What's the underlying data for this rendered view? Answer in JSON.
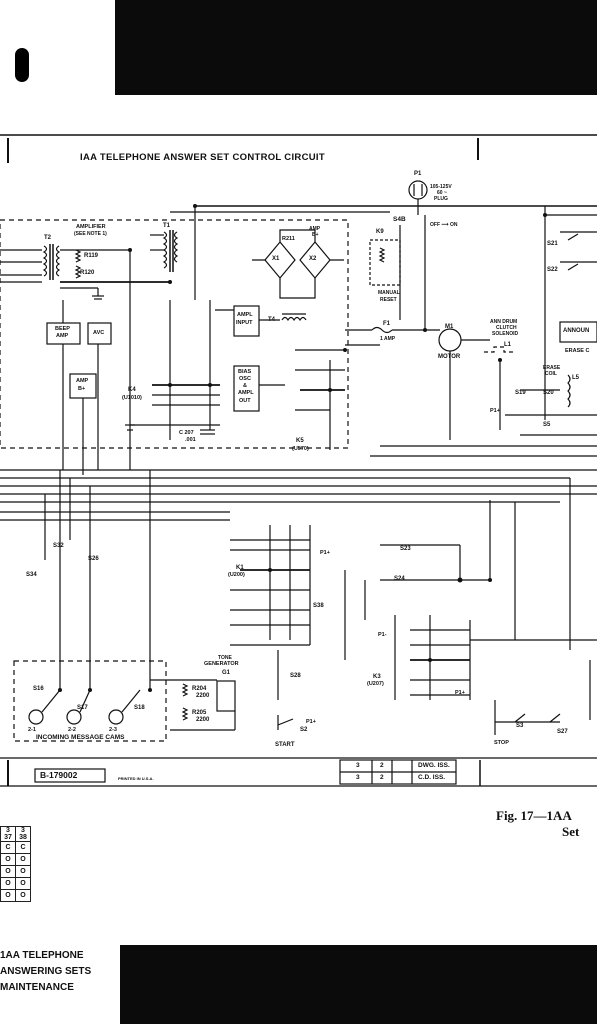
{
  "title": "IAA TELEPHONE ANSWER SET CONTROL CIRCUIT",
  "drawing_number": "B-179002",
  "printed": "PRINTED IN U.S.A.",
  "revision_table": [
    [
      "3",
      "2",
      "DWG. ISS."
    ],
    [
      "3",
      "2",
      "C.D. ISS."
    ]
  ],
  "figure_caption": {
    "line1": "Fig. 17—1AA",
    "line2": "Set"
  },
  "bottom_lines": [
    "1AA TELEPHONE",
    "ANSWERING SETS",
    "MAINTENANCE"
  ],
  "small_table": {
    "headers": [
      [
        "3",
        "37"
      ],
      [
        "3",
        "38"
      ]
    ],
    "rows": [
      [
        "C",
        "C"
      ],
      [
        "O",
        "O"
      ],
      [
        "O",
        "O"
      ],
      [
        "O",
        "O"
      ],
      [
        "O",
        "O"
      ]
    ]
  },
  "components": {
    "P1": {
      "ref": "P1",
      "desc1": "105-125V",
      "desc2": "60 ~",
      "desc3": "PLUG"
    },
    "S4B": "S4B",
    "off_on": "OFF ⟶ ON",
    "K9": "K9",
    "manual_reset_1": "MANUAL",
    "manual_reset_2": "RESET",
    "T1": "T1",
    "T2": "T2",
    "amplifier_1": "AMPLIFIER",
    "amplifier_2": "(SEE NOTE 1)",
    "R119": "R119",
    "R120": "R120",
    "R211": "R211",
    "X1": "X1",
    "X2": "X2",
    "amp_b_1": "AMP",
    "amp_b_2": "B+",
    "T4": "T4",
    "F1": "F1",
    "amp_1": "1 AMP",
    "M1": "M1",
    "motor": "MOTOR",
    "ann_drum_1": "ANN DRUM",
    "ann_drum_2": "CLUTCH",
    "ann_drum_3": "SOLENOID",
    "L1": "L1",
    "announce": "ANNOUN",
    "erase": "ERASE C",
    "erase_coil_1": "ERASE",
    "erase_coil_2": "COIL",
    "L5": "L5",
    "S21": "S21",
    "S22": "S22",
    "S19": "S19",
    "S20": "S20",
    "S5": "S5",
    "beep_amp_1": "BEEP",
    "beep_amp_2": "AMP",
    "avc": "AVC",
    "amp_b_box_1": "AMP",
    "amp_b_box_2": "B+",
    "ampl_input_1": "AMPL",
    "ampl_input_2": "INPUT",
    "bias_osc_1": "BIAS",
    "bias_osc_2": "OSC",
    "bias_osc_3": "&",
    "bias_osc_4": "AMPL",
    "bias_osc_5": "OUT",
    "K4": "K4",
    "K4_type": "(U1010)",
    "C207": "C 207",
    "C207_val": ".001",
    "K5": "K5",
    "K5_type": "(U570)",
    "K1": "K1",
    "K1_type": "(U200)",
    "K3": "K3",
    "K3_type": "(U207)",
    "S23": "S23",
    "S24": "S24",
    "S38": "S38",
    "S32": "S32",
    "S26": "S26",
    "S34": "S34",
    "S16": "S16",
    "S17": "S17",
    "S18": "S18",
    "cam_1": "2-1",
    "cam_2": "2-2",
    "cam_3": "2-3",
    "incoming": "INCOMING MESSAGE CAMS",
    "tone_gen_1": "TONE",
    "tone_gen_2": "GENERATOR",
    "G1": "G1",
    "R204": "R204",
    "R204_val": "2200",
    "R205": "R205",
    "R205_val": "2200",
    "S28": "S28",
    "S2": "S2",
    "start": "START",
    "S3": "S3",
    "stop": "STOP",
    "S27": "S27",
    "p_plus": "P1+",
    "p_minus": "P1-"
  }
}
